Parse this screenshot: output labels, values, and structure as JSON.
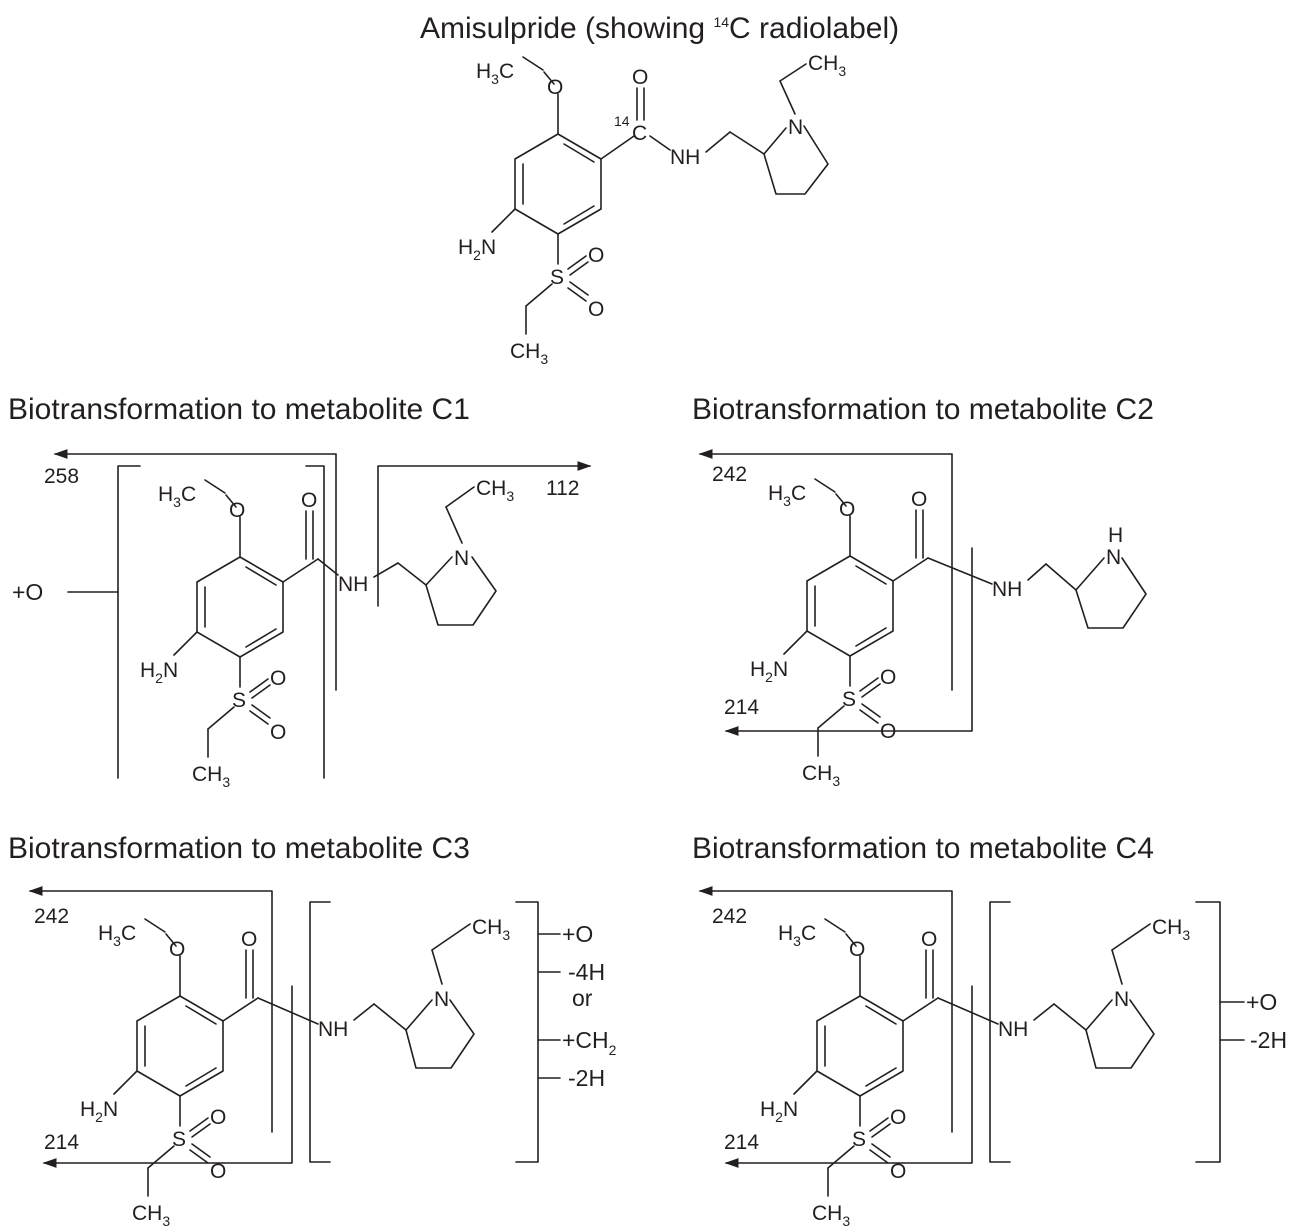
{
  "title": {
    "prefix": "Amisulpride (showing ",
    "isotope_mass": "14",
    "suffix": "C radiolabel)"
  },
  "atoms": {
    "methyl_c": "H",
    "methyl_sub": "3",
    "methyl_tail": "C",
    "oxygen": "O",
    "carbon": "C",
    "isotope_mass": "14",
    "nh": "NH",
    "nitrogen": "N",
    "hydrogen": "H",
    "amine_h": "H",
    "amine_sub": "2",
    "amine_n": "N",
    "sulfur": "S",
    "ch3_c": "CH",
    "ch3_sub": "3"
  },
  "panels": [
    {
      "id": "C1",
      "heading": "Biotransformation to metabolite C1",
      "fragments": [
        "258",
        "112"
      ],
      "notes": [
        "+O"
      ]
    },
    {
      "id": "C2",
      "heading": "Biotransformation to metabolite C2",
      "fragments": [
        "242",
        "214"
      ],
      "notes": []
    },
    {
      "id": "C3",
      "heading": "Biotransformation to metabolite C3",
      "fragments": [
        "242",
        "214"
      ],
      "notes": [
        "+O",
        "-4H",
        "or",
        "+CH",
        "2",
        "-2H"
      ]
    },
    {
      "id": "C4",
      "heading": "Biotransformation to metabolite C4",
      "fragments": [
        "242",
        "214"
      ],
      "notes": [
        "+O",
        "-2H"
      ]
    }
  ],
  "colors": {
    "ink": "#231f20",
    "background": "#ffffff"
  }
}
